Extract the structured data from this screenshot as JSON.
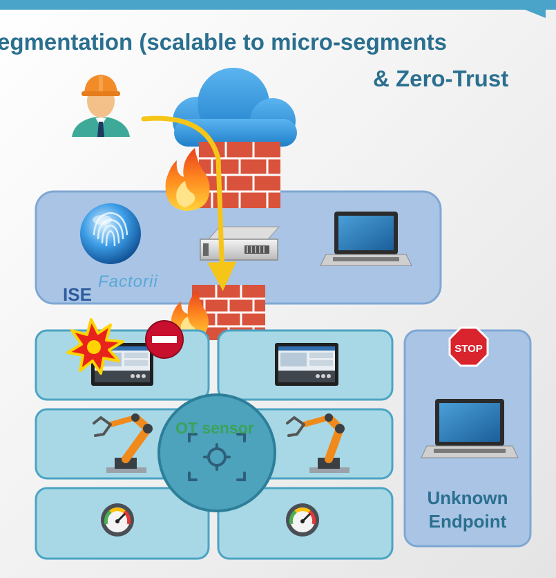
{
  "header": {
    "title_line1": "egmentation (scalable to micro-segments",
    "title_line2": "& Zero-Trust"
  },
  "labels": {
    "ise": "ISE",
    "factorii": "Factorii",
    "ot_sensor": "OT sensor",
    "unknown_endpoint": "Unknown Endpoint",
    "stop": "STOP"
  },
  "colors": {
    "title": "#2a6f8f",
    "zone_blue": "#a9c4e4",
    "cell_blue": "#a8d8e6",
    "cell_border": "#4ba3c3",
    "flow_arrow": "#f5c518",
    "brick": "#d9533c",
    "sensor": "#4da2bc",
    "ot_sensor_text": "#3aa35a",
    "stop_red": "#d9232d"
  },
  "icons": [
    "engineer-icon",
    "cloud-icon",
    "firewall-icon",
    "fire-icon",
    "fingerprint-icon",
    "server-icon",
    "laptop-icon",
    "hmi-panel-icon",
    "explosion-icon",
    "no-entry-icon",
    "robot-arm-icon",
    "gauge-icon",
    "target-icon",
    "stop-sign-icon"
  ]
}
